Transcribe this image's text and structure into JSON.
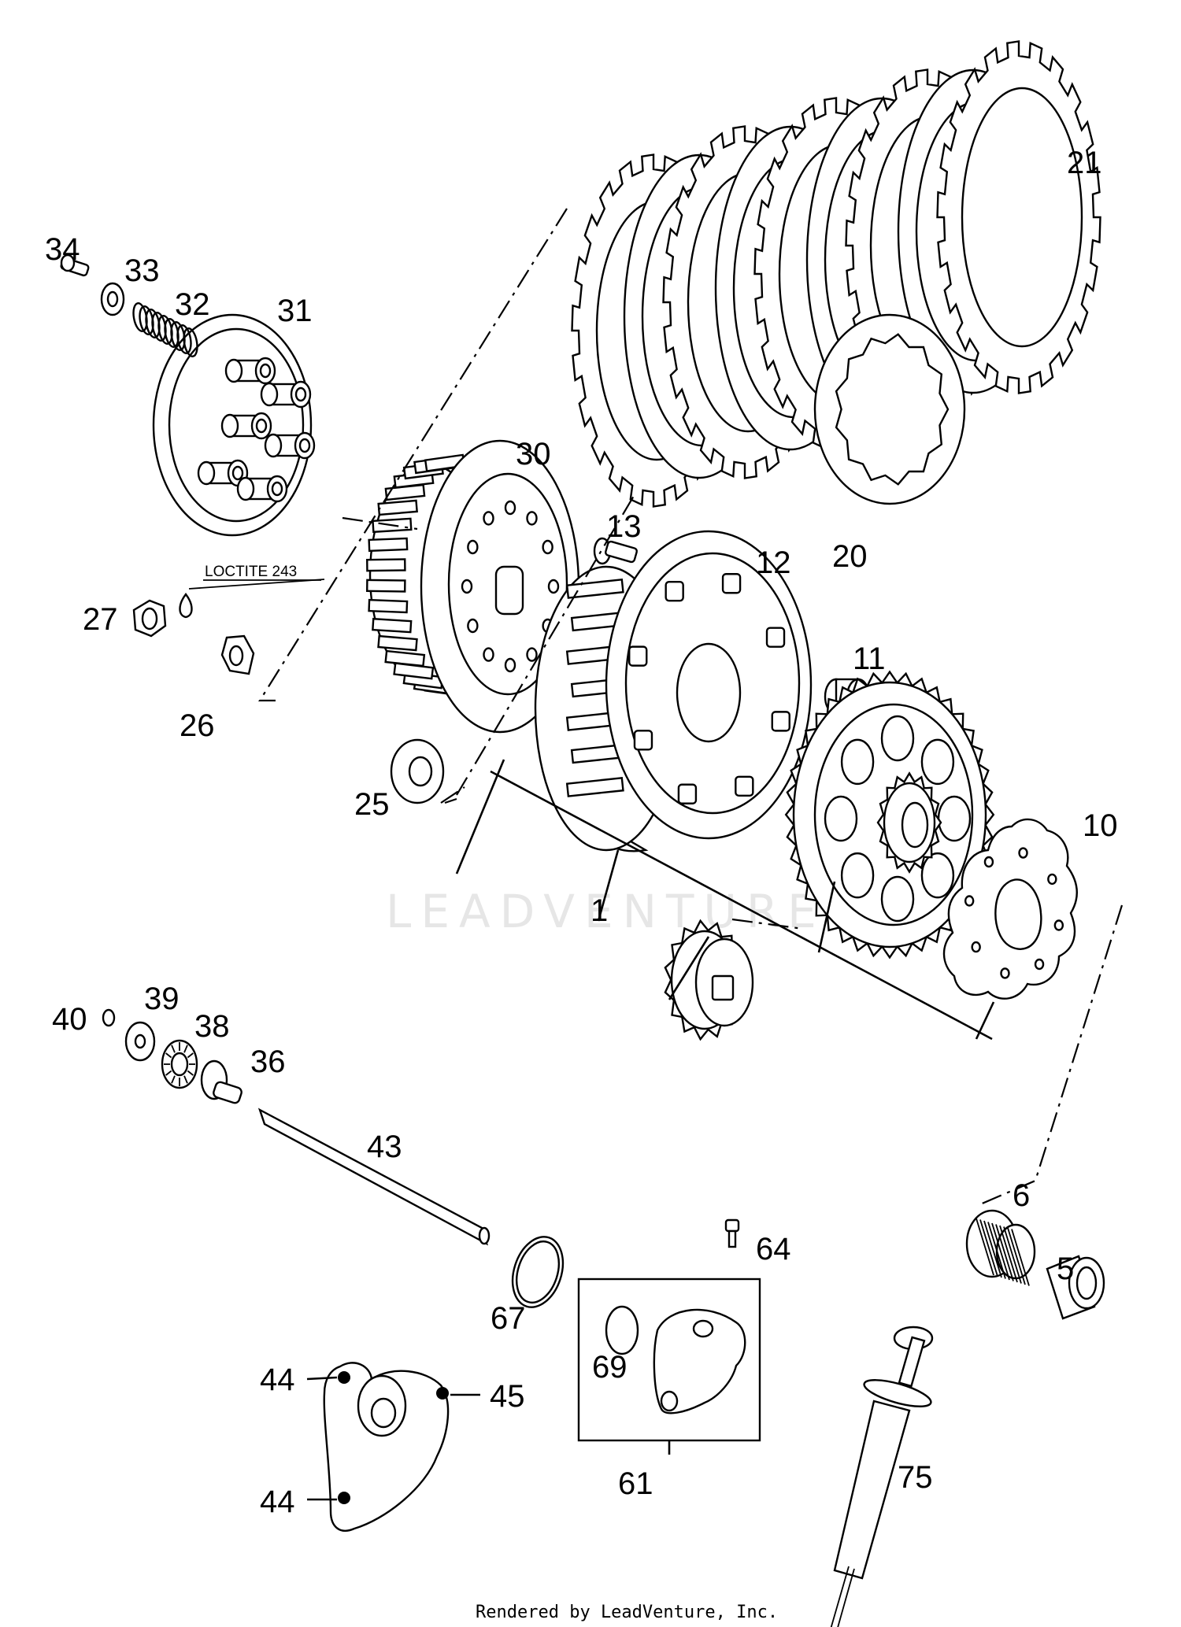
{
  "diagram": {
    "watermark": "LEADVENTURE",
    "footer": "Rendered by LeadVenture, Inc.",
    "note": "LOCTITE 243",
    "labels": [
      {
        "id": "1",
        "text": "1"
      },
      {
        "id": "5",
        "text": "5"
      },
      {
        "id": "6",
        "text": "6"
      },
      {
        "id": "10",
        "text": "10"
      },
      {
        "id": "11",
        "text": "11"
      },
      {
        "id": "12",
        "text": "12"
      },
      {
        "id": "13",
        "text": "13"
      },
      {
        "id": "20",
        "text": "20"
      },
      {
        "id": "21",
        "text": "21"
      },
      {
        "id": "25",
        "text": "25"
      },
      {
        "id": "26",
        "text": "26"
      },
      {
        "id": "27",
        "text": "27"
      },
      {
        "id": "30",
        "text": "30"
      },
      {
        "id": "31",
        "text": "31"
      },
      {
        "id": "32",
        "text": "32"
      },
      {
        "id": "33",
        "text": "33"
      },
      {
        "id": "34",
        "text": "34"
      },
      {
        "id": "36",
        "text": "36"
      },
      {
        "id": "38",
        "text": "38"
      },
      {
        "id": "39",
        "text": "39"
      },
      {
        "id": "40",
        "text": "40"
      },
      {
        "id": "43",
        "text": "43"
      },
      {
        "id": "44a",
        "text": "44"
      },
      {
        "id": "44b",
        "text": "44"
      },
      {
        "id": "45",
        "text": "45"
      },
      {
        "id": "61",
        "text": "61"
      },
      {
        "id": "64",
        "text": "64"
      },
      {
        "id": "67",
        "text": "67"
      },
      {
        "id": "69",
        "text": "69"
      },
      {
        "id": "75",
        "text": "75"
      }
    ]
  }
}
